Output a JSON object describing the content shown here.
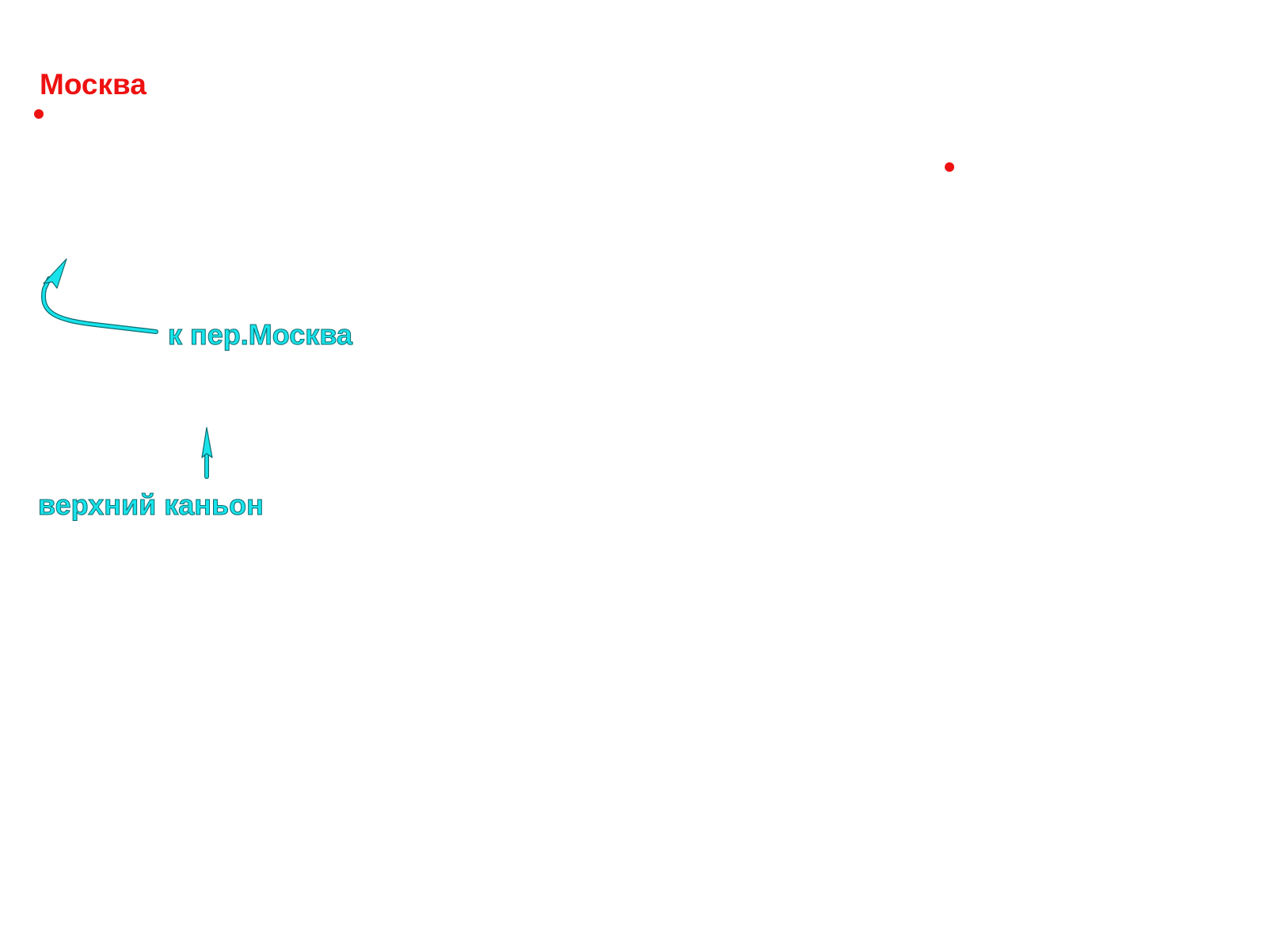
{
  "map": {
    "peak": {
      "name": "Москва",
      "marker_color": "#ee1111"
    },
    "second_point": {
      "marker_color": "#ee1111"
    },
    "annotations": {
      "pass_route": "к пер.Москва",
      "upper_canyon": "верхний каньон",
      "color": "#18e3ea",
      "outline_color": "#0a6b6f"
    },
    "icons": {
      "peak_marker": "red-dot-icon",
      "point_marker": "red-dot-icon",
      "route_arrow": "curved-arrow-icon",
      "canyon_arrow": "up-arrow-icon"
    }
  }
}
